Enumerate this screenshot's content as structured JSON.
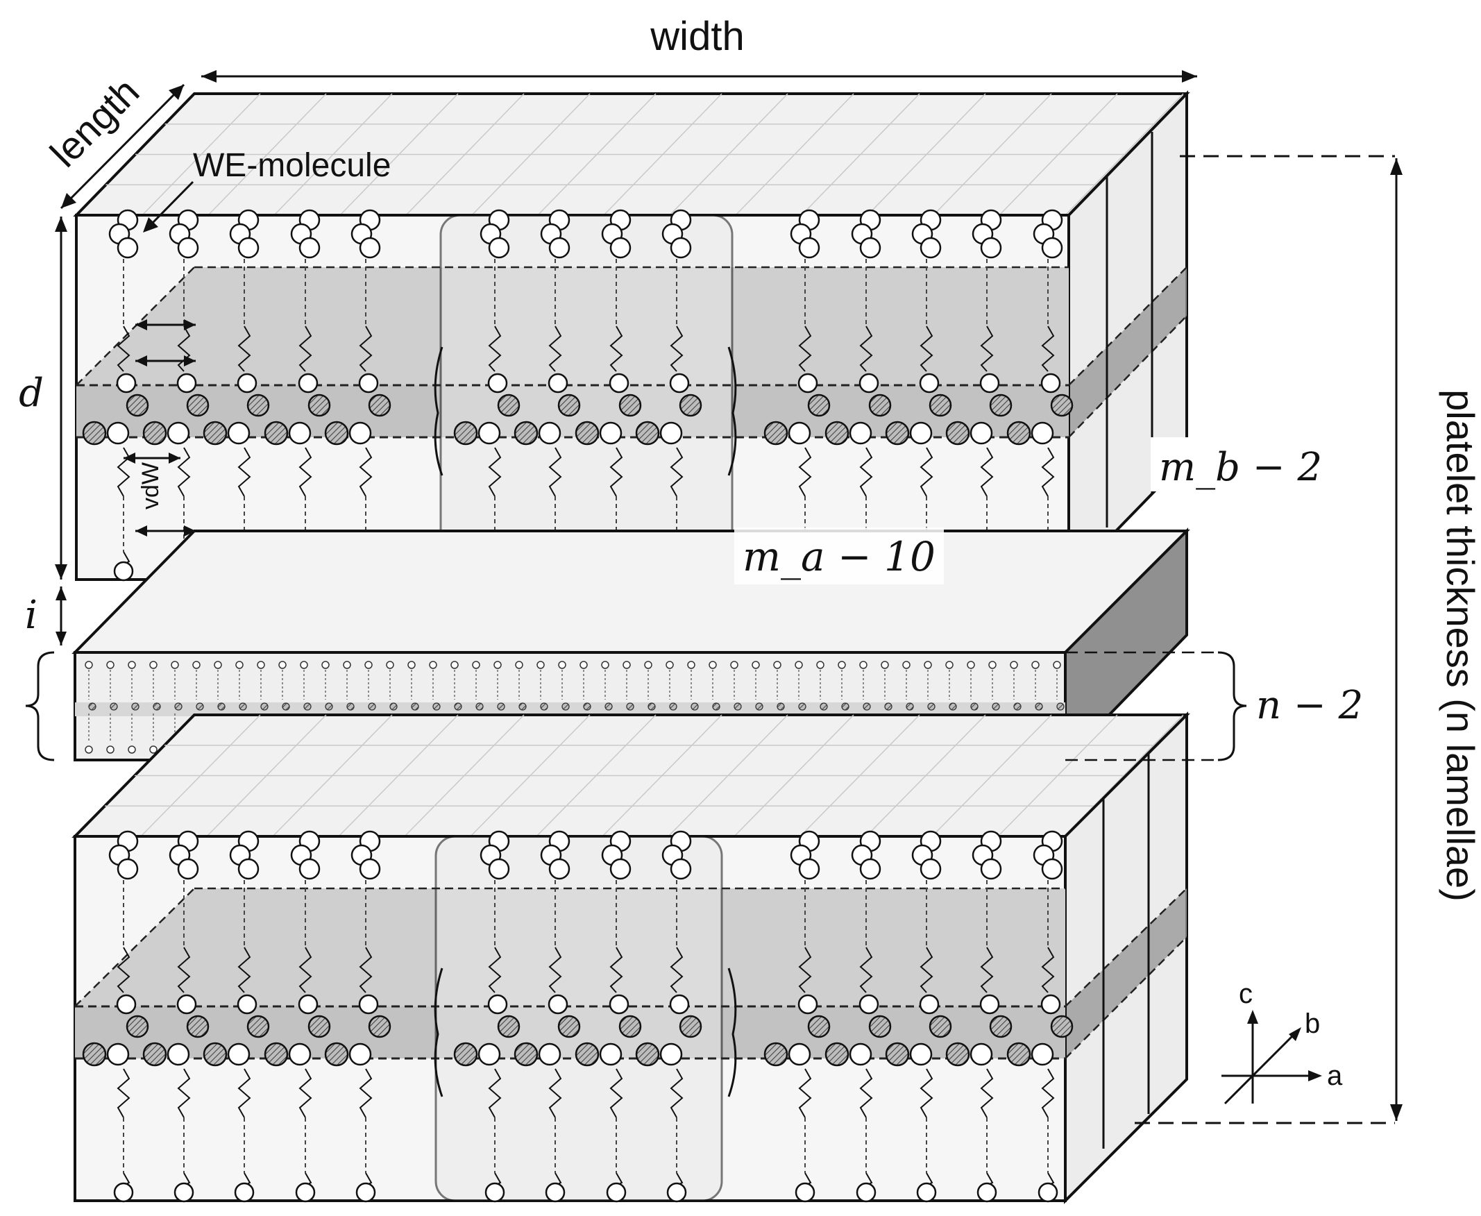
{
  "labels": {
    "width": "width",
    "length": "length",
    "molecule": "WE-molecule",
    "d": "d",
    "i": "i",
    "vdw": "vdW",
    "mb": "m_b − 2",
    "ma": "m_a − 10",
    "n": "n − 2",
    "thickness": "platelet thickness (n lamellae)"
  },
  "axes": {
    "c": "c",
    "b": "b",
    "a": "a"
  },
  "colors": {
    "face": "#f4f4f4",
    "band_dark": "#c8c8c8",
    "band_mid": "#dadada",
    "side": "#e6e6e6",
    "side_dark": "#8e8e8e",
    "stroke": "#111111",
    "hatch": "#555555"
  }
}
